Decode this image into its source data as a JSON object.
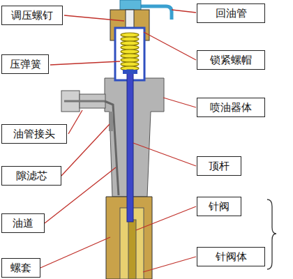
{
  "diagram": {
    "nodes": [
      {
        "text": [
          "调压螺钉"
        ]
      },
      {
        "text": [
          "回油管"
        ]
      },
      {
        "text": [
          "压弹簧"
        ]
      },
      {
        "text": [
          "锁紧螺帽"
        ]
      },
      {
        "text": [
          "喷油器体"
        ]
      },
      {
        "text": [
          "油管接头"
        ]
      },
      {
        "text": [
          "顶杆"
        ]
      },
      {
        "text": [
          "隙滤芯"
        ]
      },
      {
        "text": [
          "针阀"
        ]
      },
      {
        "text": [
          "油道"
        ]
      },
      {
        "text": [
          "针阀体"
        ]
      },
      {
        "text": [
          "螺套"
        ]
      }
    ]
  }
}
